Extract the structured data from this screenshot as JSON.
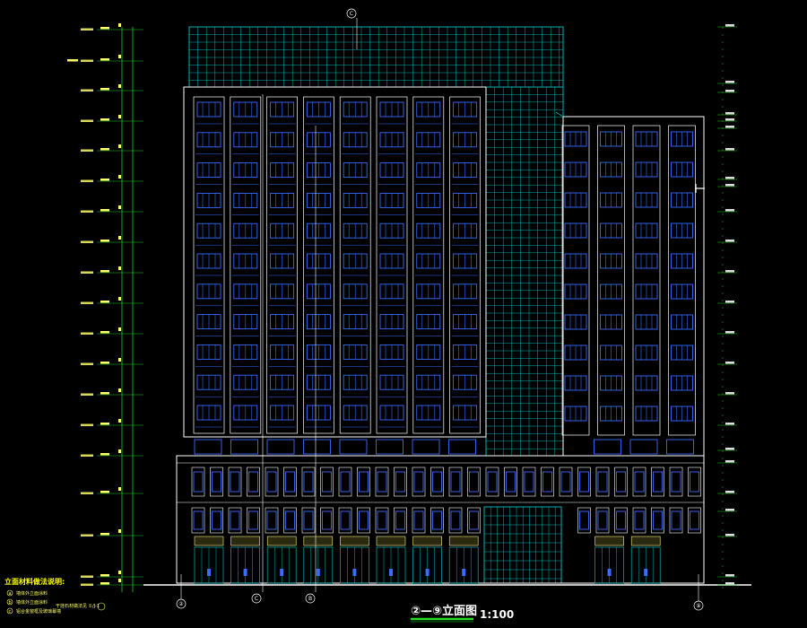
{
  "drawing": {
    "title": "②—⑨立面图",
    "scale": "1:100",
    "axis_start": "②",
    "axis_end": "⑨",
    "axis_c_top": "C",
    "axis_c_bottom": "C",
    "axis_b": "B"
  },
  "legend": {
    "title": "立面材料做法说明:",
    "items": [
      {
        "marker": "a",
        "text": "墙体外立面涂料"
      },
      {
        "marker": "b",
        "text": "墙体外立面涂料"
      },
      {
        "marker": "c",
        "text": "铝合金窗框及玻璃幕墙"
      }
    ],
    "side_note": "干挂石材做法见 ①/J-1"
  },
  "colors": {
    "background": "#000000",
    "outline": "#ffffff",
    "curtain_wall": "#00b4b4",
    "window": "#3a6cff",
    "level_line": "#22cc22",
    "dimension_text": "#ffff66"
  }
}
